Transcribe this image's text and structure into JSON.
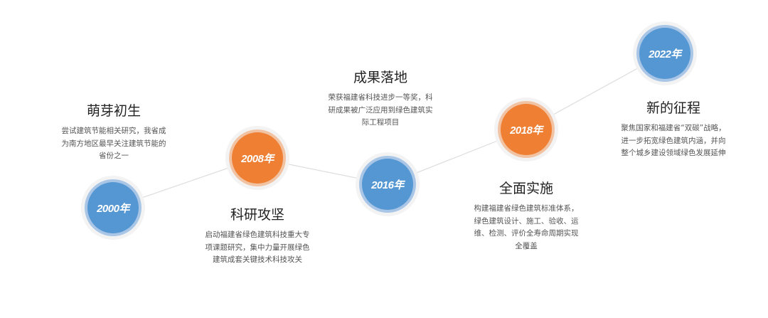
{
  "colors": {
    "blue": "#5597d3",
    "orange": "#ee7f33",
    "line": "#dddddd"
  },
  "milestones": [
    {
      "year": "2000年",
      "title": "萌芽初生",
      "desc": "尝试建筑节能相关研究，我省成为南方地区最早关注建筑节能的省份之一",
      "color": "blue"
    },
    {
      "year": "2008年",
      "title": "科研攻坚",
      "desc": "启动福建省绿色建筑科技重大专项课题研究，集中力量开展绿色建筑成套关键技术科技攻关",
      "color": "orange"
    },
    {
      "year": "2016年",
      "title": "成果落地",
      "desc": "荣获福建省科技进步一等奖，科研成果被广泛应用到绿色建筑实际工程项目",
      "color": "blue"
    },
    {
      "year": "2018年",
      "title": "全面实施",
      "desc": "构建福建省绿色建筑标准体系，绿色建筑设计、施工、验收、运维、检测、评价全寿命周期实现全覆盖",
      "color": "orange"
    },
    {
      "year": "2022年",
      "title": "新的征程",
      "desc": "聚焦国家和福建省“双碳”战略，进一步拓宽绿色建筑内涵，并向整个城乡建设领域绿色发展延伸",
      "color": "blue"
    }
  ]
}
